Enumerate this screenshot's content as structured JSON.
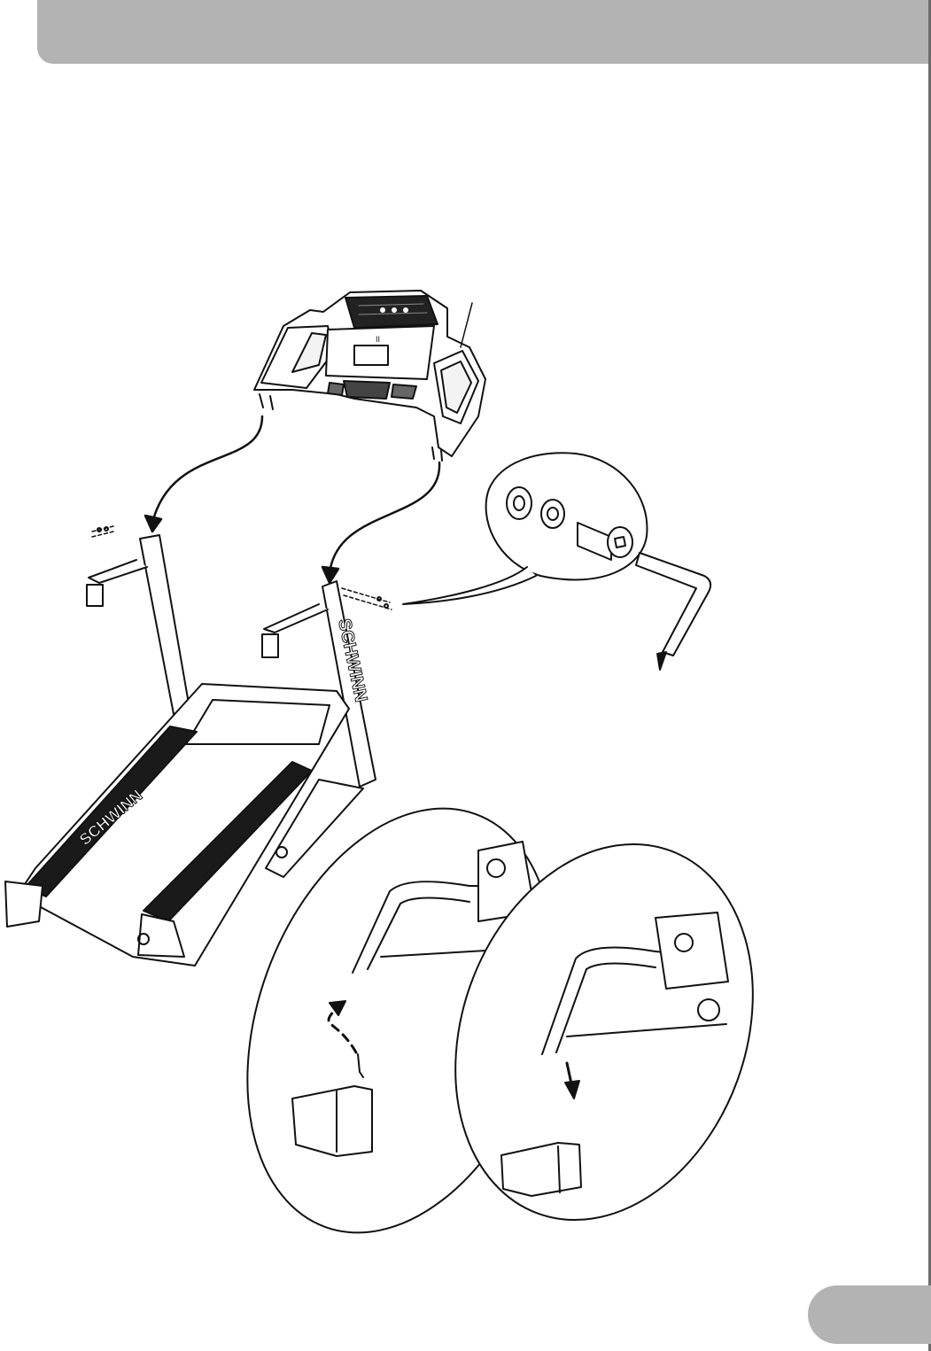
{
  "header": {
    "title": ""
  },
  "console": {
    "display_mark": "II"
  },
  "treadmill": {
    "brand_upright": "SCHWINN",
    "brand_deck": "SCHWINN"
  },
  "page": {
    "number": ""
  },
  "colors": {
    "header_bar": "#b3b3b3",
    "page_tab": "#b3b3b3",
    "line_art": "#111111"
  }
}
